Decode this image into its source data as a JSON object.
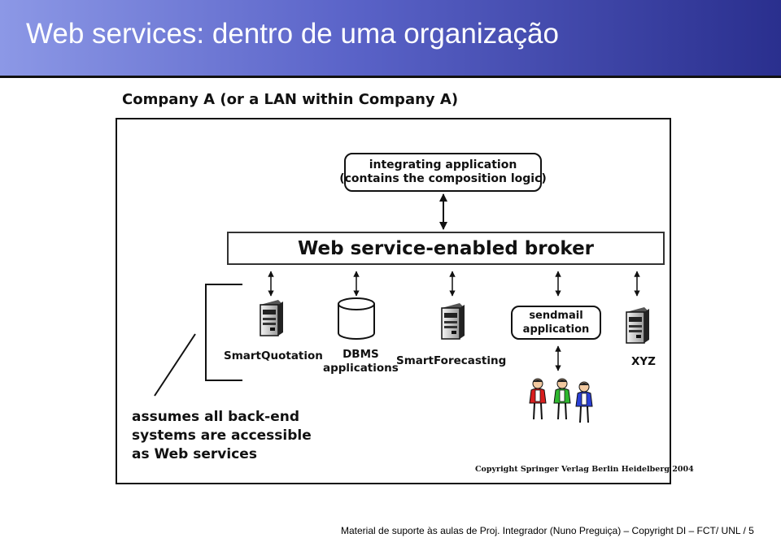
{
  "header": {
    "title": "Web services: dentro de uma organização"
  },
  "diagram": {
    "company_label": "Company A (or a LAN within Company A)",
    "integrating_app": {
      "line1": "integrating application",
      "line2": "(contains the composition logic)"
    },
    "broker_label": "Web service-enabled broker",
    "systems": [
      {
        "label": "SmartQuotation",
        "icon": "server-icon"
      },
      {
        "line1": "DBMS",
        "line2": "applications",
        "icon": "database-icon"
      },
      {
        "label": "SmartForecasting",
        "icon": "server-icon"
      },
      {
        "line1": "sendmail",
        "line2": "application",
        "icon": "users-icon"
      },
      {
        "label": "XYZ",
        "icon": "server-icon"
      }
    ],
    "assumes_note": [
      "assumes all back-end",
      "systems are accessible",
      "as Web services"
    ],
    "copyright": "Copyright Springer Verlag Berlin Heidelberg 2004"
  },
  "footer": {
    "text": "Material de suporte às aulas de Proj. Integrador (Nuno Preguiça)  –  Copyright  DI – FCT/ UNL   /    5"
  },
  "colors": {
    "header_start": "#8c98e6",
    "header_end": "#2a2f8e"
  }
}
